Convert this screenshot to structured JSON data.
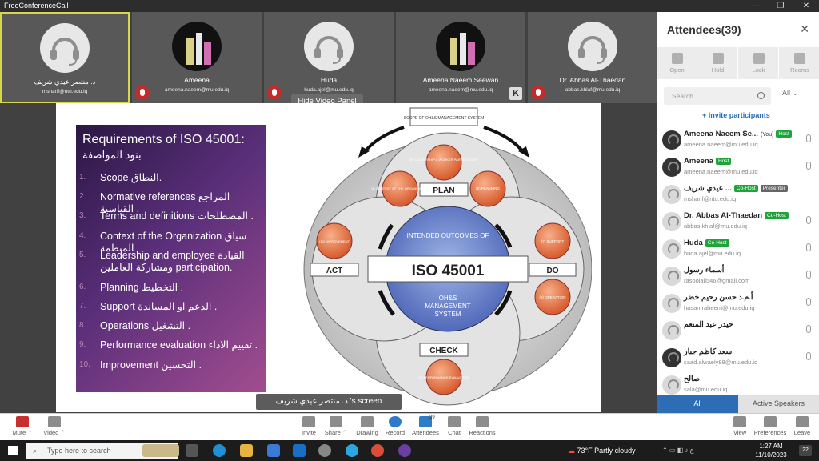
{
  "app": {
    "title": "FreeConferenceCall"
  },
  "tiles": [
    {
      "name": "د. منتصر عيدي شريف",
      "email": "msharif@ntu.edu.iq",
      "active": true
    },
    {
      "name": "Ameena",
      "email": "ameena.naeem@mu.edu.iq"
    },
    {
      "name": "Huda",
      "email": "huda.ajel@mu.edu.iq"
    },
    {
      "name": "Ameena Naeem Seewan",
      "email": "ameena.naeem@mu.edu.iq"
    },
    {
      "name": "Dr. Abbas Al-Thaedan",
      "email": "abbas.khlaf@mu.edu.iq"
    }
  ],
  "hide_video_panel": "Hide Video Panel",
  "slide": {
    "title": "Requirements of ISO 45001:",
    "subtitle": "بنود المواصفة",
    "items": [
      {
        "num": "1.",
        "text": "Scope النطاق."
      },
      {
        "num": "2.",
        "text": "Normative references المراجع القياسية ."
      },
      {
        "num": "3.",
        "text": "Terms and definitions المصطلحات ."
      },
      {
        "num": "4.",
        "text": "Context of the Organization سياق المنظمة"
      },
      {
        "num": "5.",
        "text": "Leadership and employee القيادة ومشاركة العاملين participation."
      },
      {
        "num": "6.",
        "text": "Planning التخطيط ."
      },
      {
        "num": "7.",
        "text": "Support الدعم او المساندة ."
      },
      {
        "num": "8.",
        "text": "Operations التشغيل ."
      },
      {
        "num": "9.",
        "text": "Performance evaluation تقييم الاداء ."
      },
      {
        "num": "10.",
        "text": "Improvement التحسين ."
      }
    ],
    "diagram": {
      "scope": "SCOPE OF OH&S MANAGEMENT SYSTEM",
      "plan": "PLAN",
      "do": "DO",
      "check": "CHECK",
      "act": "ACT",
      "center": "ISO 45001",
      "top": "INTENDED OUTCOMES OF",
      "bottom1": "OH&S",
      "bottom2": "MANAGEMENT",
      "bottom3": "SYSTEM",
      "c5": "(5) LEADERSHIP & WORKER PARTICIPATION",
      "c4": "(4) CONTEXT OF THE ORGANISATION",
      "c6": "(6) PLANNING",
      "c7": "(7) SUPPORT",
      "c8": "(8) OPERATION",
      "c9": "(9) PERFORMANCE EVALUATION",
      "c10": "(10) IMPROVEMENT"
    }
  },
  "screen_caption": "د. منتصر عيدي شريف 's screen",
  "toolbar": {
    "mute": "Mute",
    "video": "Video",
    "invite": "Invite",
    "share": "Share",
    "drawing": "Drawing",
    "record": "Record",
    "attendees": "Attendees",
    "attendees_count": "39",
    "chat": "Chat",
    "reactions": "Reactions",
    "view": "View",
    "preferences": "Preferences",
    "leave": "Leave"
  },
  "panel": {
    "title": "Attendees(39)",
    "controls": [
      "Open",
      "Hold",
      "Lock",
      "Rooms"
    ],
    "search_placeholder": "Search",
    "filter": "All",
    "invite": "Invite participants",
    "attendees": [
      {
        "name": "Ameena Naeem Se...",
        "you": "(You)",
        "badges": [
          "Host"
        ],
        "email": "ameena.naeem@mu.edu.iq",
        "photo": true
      },
      {
        "name": "Ameena",
        "badges": [
          "Host"
        ],
        "email": "ameena.naeem@mu.edu.iq",
        "photo": true
      },
      {
        "name": "عيدي شريف ...",
        "badges": [
          "Co-Host",
          "Presenter"
        ],
        "email": "msharif@ntu.edu.iq"
      },
      {
        "name": "Dr. Abbas Al-Thaedan",
        "badges": [
          "Co-Host"
        ],
        "email": "abbas.khlaf@mu.edu.iq"
      },
      {
        "name": "Huda",
        "badges": [
          "Co-Host"
        ],
        "email": "huda.ajel@mu.edu.iq"
      },
      {
        "name": "أسماء رسول",
        "badges": [],
        "email": "rasoolali546@gmail.com"
      },
      {
        "name": "أ.م.د حسن رحيم خضر",
        "badges": [],
        "email": "hasan.raheem@mu.edu.iq"
      },
      {
        "name": "حيدر عبد المنعم",
        "badges": [],
        "email": ""
      },
      {
        "name": "سعد كاظم جبار",
        "badges": [],
        "email": "saad.alwaely88@mu.edu.iq",
        "photo": true
      },
      {
        "name": "صالح",
        "badges": [],
        "email": "sala@mu.edu.iq"
      }
    ],
    "tab_all": "All",
    "tab_active": "Active Speakers"
  },
  "taskbar": {
    "search": "Type here to search",
    "weather": "73°F  Partly cloudy",
    "time": "1:27 AM",
    "date": "11/10/2023",
    "notifications": "22"
  },
  "colors": {
    "accent": "#2d6db5",
    "host": "#1fa43b",
    "presenter": "#666666",
    "mute": "#c62b2b"
  }
}
